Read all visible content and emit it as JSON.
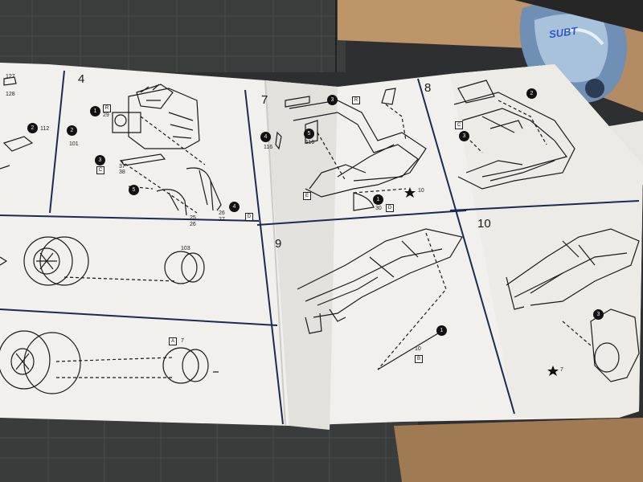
{
  "steps": [
    {
      "number": "4"
    },
    {
      "number": "7"
    },
    {
      "number": "8"
    },
    {
      "number": "9"
    },
    {
      "number": "10"
    }
  ],
  "step4": {
    "badge1": "1",
    "badge1_box": "R",
    "part1": "29",
    "badge2": "2",
    "part2": "101",
    "badge3": "3",
    "part3a": "37",
    "part3b": "38",
    "badge3_box": "C",
    "badge5": "5",
    "badge4": "4",
    "badge4_box": "D",
    "partA": "25",
    "partB": "26",
    "partC": "26",
    "partD": "27"
  },
  "step_left_top": {
    "badge2": "2",
    "part2": "112",
    "part_top": "127",
    "part_mid": "128"
  },
  "step7": {
    "badge3": "3",
    "badge3_box": "R",
    "badge5": "5",
    "part5": "116",
    "badge4": "4",
    "part4": "116",
    "badge1": "1",
    "part1": "30",
    "part1_box": "D",
    "star_part": "10",
    "box_E": "E"
  },
  "step8": {
    "badge2": "2",
    "badge3": "3",
    "box": "C"
  },
  "wheels": {
    "part_top": "103",
    "box_A": "A",
    "part_bottom": "7"
  },
  "step9": {
    "badge1": "1",
    "part1": "10",
    "box": "B"
  },
  "step10": {
    "badge3": "3",
    "star_part": "7"
  },
  "background": {
    "bag_text": "SUBT"
  }
}
